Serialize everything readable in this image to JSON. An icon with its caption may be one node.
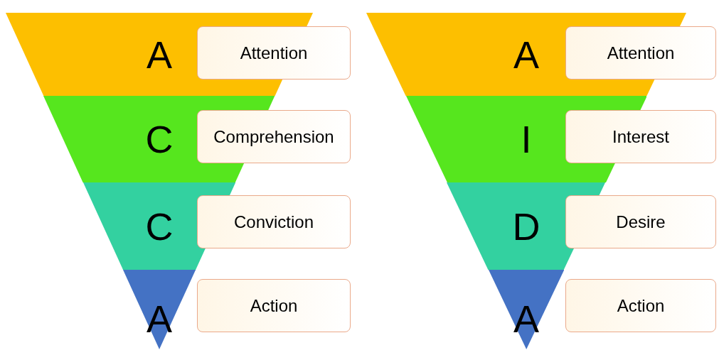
{
  "diagram": {
    "nodes": [
      {
        "text": [
          "A"
        ]
      },
      {
        "text": [
          "Attention"
        ]
      },
      {
        "text": [
          "C"
        ]
      },
      {
        "text": [
          "Comprehension"
        ]
      },
      {
        "text": [
          "C"
        ]
      },
      {
        "text": [
          "Conviction"
        ]
      },
      {
        "text": [
          "A"
        ]
      },
      {
        "text": [
          "Action"
        ]
      },
      {
        "text": [
          "A"
        ]
      },
      {
        "text": [
          "Attention"
        ]
      },
      {
        "text": [
          "I"
        ]
      },
      {
        "text": [
          "Interest"
        ]
      },
      {
        "text": [
          "D"
        ]
      },
      {
        "text": [
          "Desire"
        ]
      },
      {
        "text": [
          "A"
        ]
      },
      {
        "text": [
          "Action"
        ]
      }
    ]
  }
}
